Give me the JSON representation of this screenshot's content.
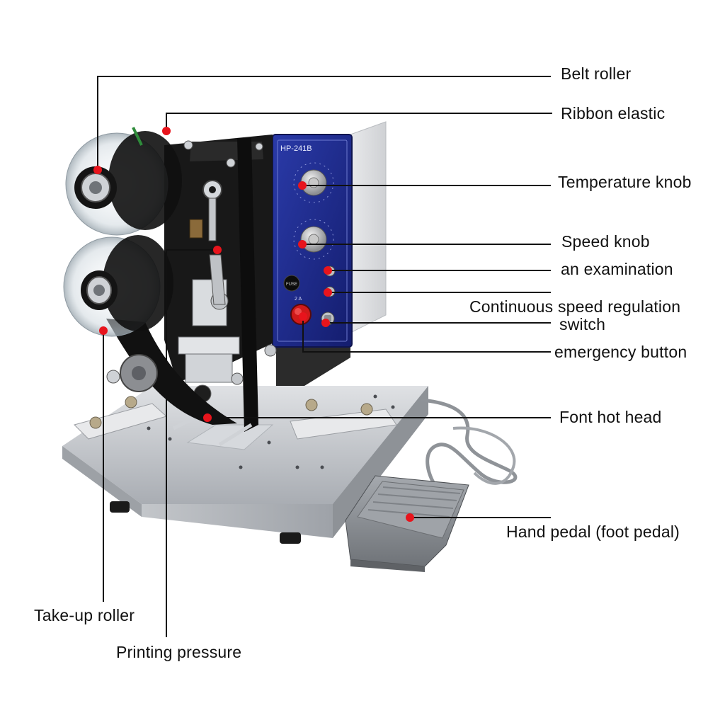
{
  "machine": {
    "model_plate": "HP-241B",
    "fuse_label": "FUSE",
    "fuse_rating": "2 A"
  },
  "labels": {
    "belt_roller": "Belt roller",
    "ribbon_elastic": "Ribbon elastic",
    "temperature_knob": "Temperature knob",
    "speed_knob": "Speed knob",
    "examination": "an examination",
    "continuous_speed_line1": "Continuous speed regulation",
    "continuous_speed_line2": "switch",
    "emergency_button": "emergency button",
    "font_hot_head": "Font hot head",
    "hand_pedal": "Hand pedal (foot pedal)",
    "take_up_roller": "Take-up roller",
    "printing_pressure": "Printing pressure"
  },
  "colors": {
    "callout_dot": "#e8141c",
    "leader_line": "#111111",
    "panel_blue": "#1c2a8c",
    "frame_black": "#151515",
    "base_gray": "#c9ccd0"
  }
}
